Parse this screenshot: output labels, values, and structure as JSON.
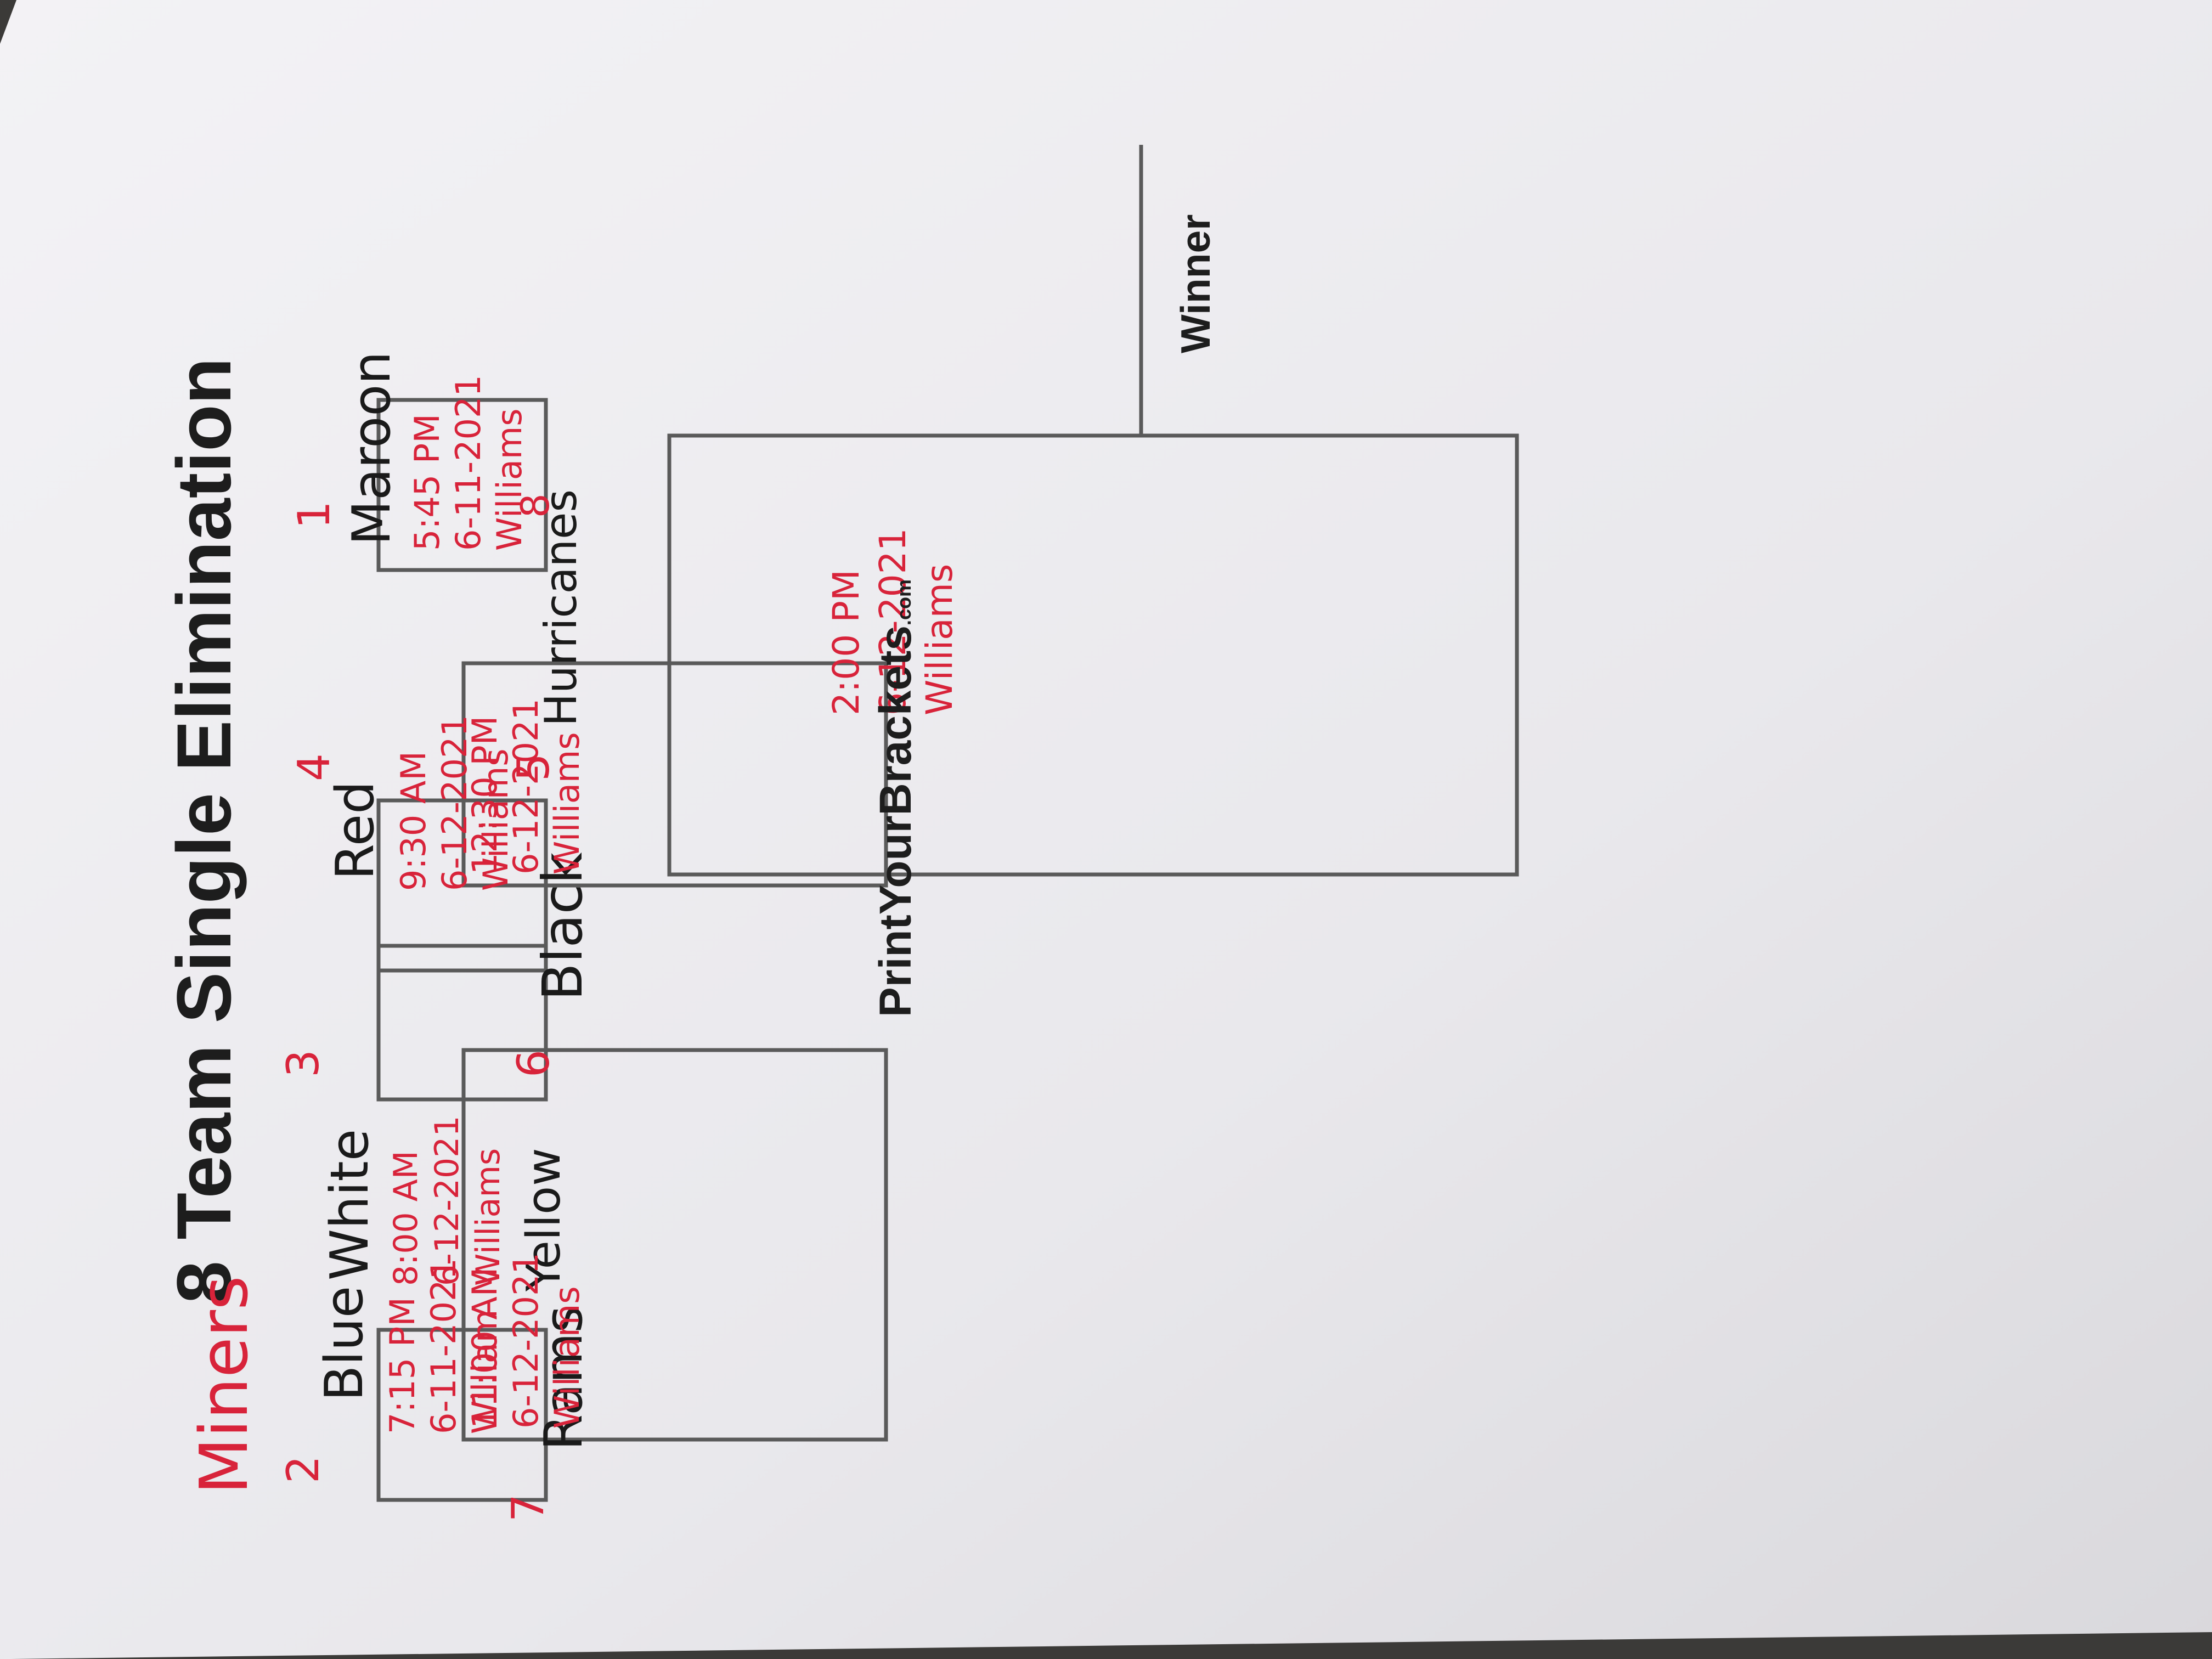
{
  "title": "8 Team Single Elimination",
  "winner_label": "Winner",
  "brand": {
    "name": "PrintYourBrackets",
    "suffix": ".com"
  },
  "division": "Miners",
  "round1": [
    {
      "seed_top": "1",
      "team_top": "Maroon",
      "time": "5:45 PM",
      "date": "6-11-2021",
      "field": "Williams",
      "seed_bottom": "8",
      "team_bottom": "Hurricanes"
    },
    {
      "seed_top": "4",
      "team_top": "Red",
      "time": "9:30 AM",
      "date": "6-12-2021",
      "field": "Williams",
      "seed_bottom": "5",
      "team_bottom": "Black"
    },
    {
      "seed_top": "3",
      "team_top": "White",
      "time": "8:00 AM",
      "date": "6-12-2021",
      "field": "Williams",
      "seed_bottom": "6",
      "team_bottom": "Yellow"
    },
    {
      "seed_top": "2",
      "team_top": "Blue",
      "time": "7:15 PM",
      "date": "6-11-2021",
      "field": "William",
      "seed_bottom": "7",
      "team_bottom": "Rams"
    }
  ],
  "round2": [
    {
      "time": "12:30 PM",
      "date": "6-12-2021",
      "field": "Williams"
    },
    {
      "time": "11:00 AM",
      "date": "6-12-2021",
      "field": "Williams"
    }
  ],
  "final": {
    "time": "2:00 PM",
    "date": "6-12-2021",
    "field": "Williams"
  },
  "colors": {
    "ink_red": "#d8233a",
    "ink_black": "#1a1a1a",
    "bracket_line": "#5a5a5a",
    "paper": "#ecebee",
    "background": "#3b3a38"
  }
}
